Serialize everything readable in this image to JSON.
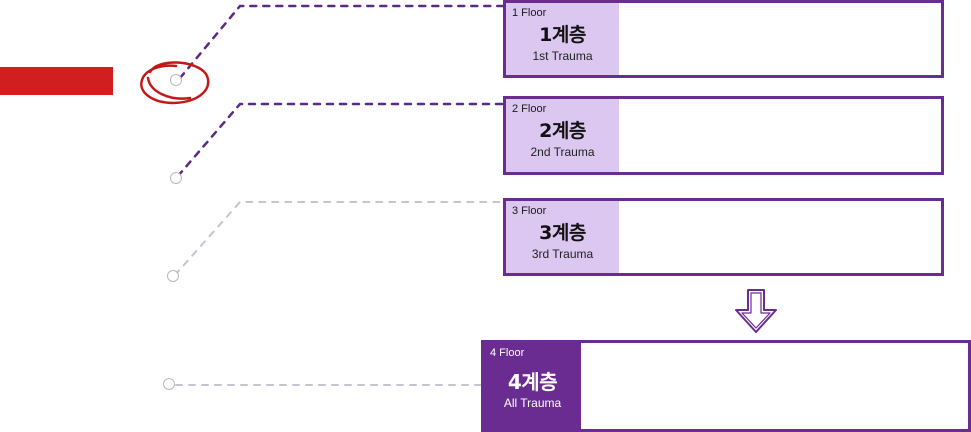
{
  "floors": [
    {
      "tag": "1 Floor",
      "title": "1계층",
      "subtitle": "1st Trauma"
    },
    {
      "tag": "2 Floor",
      "title": "2계층",
      "subtitle": "2nd Trauma"
    },
    {
      "tag": "3 Floor",
      "title": "3계층",
      "subtitle": "3rd Trauma"
    },
    {
      "tag": "4 Floor",
      "title": "4계층",
      "subtitle": "All Trauma"
    }
  ],
  "colors": {
    "accent": "#6a2c91",
    "label_bg": "#dcc7f0",
    "highlight_red": "#d11f1f",
    "connector": "#5b2a86"
  }
}
